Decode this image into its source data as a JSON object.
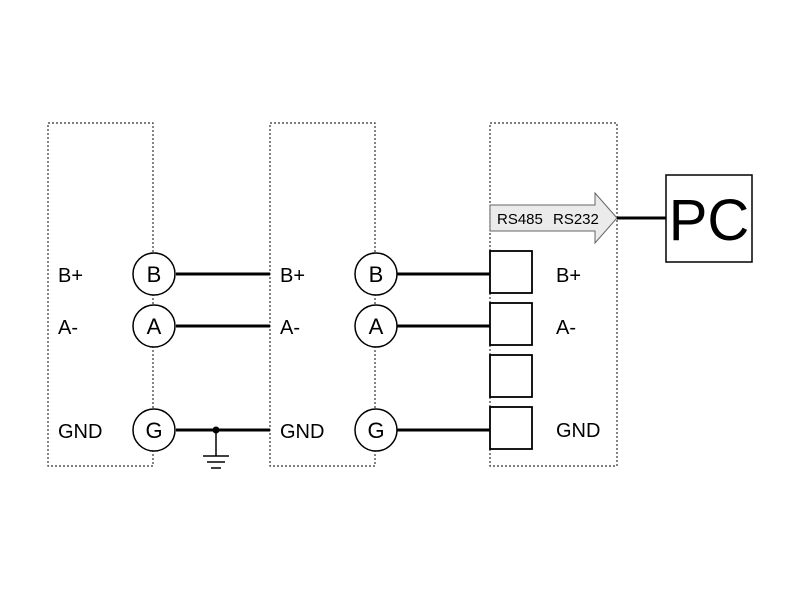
{
  "device1": {
    "labels": {
      "b": "B+",
      "a": "A-",
      "g": "GND"
    },
    "terminals": {
      "b": "B",
      "a": "A",
      "g": "G"
    }
  },
  "device2": {
    "labels": {
      "b": "B+",
      "a": "A-",
      "g": "GND"
    },
    "terminals": {
      "b": "B",
      "a": "A",
      "g": "G"
    }
  },
  "converter": {
    "labels": {
      "b": "B+",
      "a": "A-",
      "g": "GND"
    },
    "arrow": {
      "from": "RS485",
      "to": "RS232"
    }
  },
  "pc": {
    "label": "PC"
  }
}
